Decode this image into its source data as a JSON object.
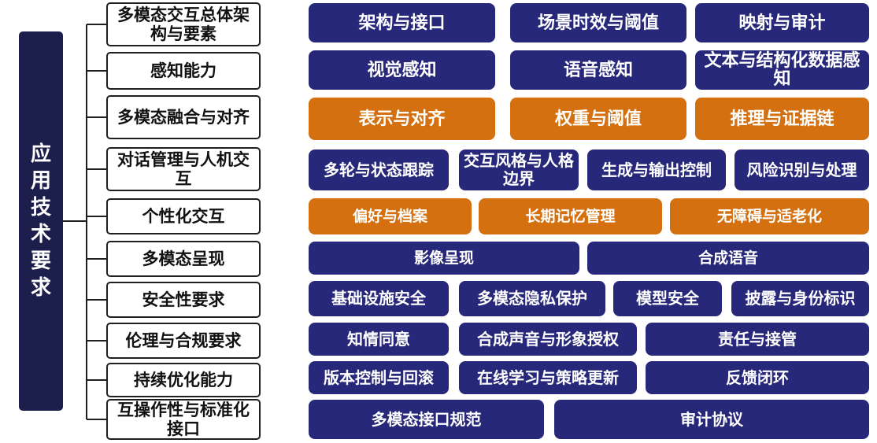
{
  "root": {
    "label": "应用技术要求"
  },
  "categories": [
    {
      "label": "多模态交互总体架构与要素"
    },
    {
      "label": "感知能力"
    },
    {
      "label": "多模态融合与对齐"
    },
    {
      "label": "对话管理与人机交互"
    },
    {
      "label": "个性化交互"
    },
    {
      "label": "多模态呈现"
    },
    {
      "label": "安全性要求"
    },
    {
      "label": "伦理与合规要求"
    },
    {
      "label": "持续优化能力"
    },
    {
      "label": "互操作性与标准化接口"
    }
  ],
  "rows": [
    [
      {
        "label": "架构与接口",
        "color": "#27287a"
      },
      {
        "label": "场景时效与阈值",
        "color": "#27287a"
      },
      {
        "label": "映射与审计",
        "color": "#27287a"
      }
    ],
    [
      {
        "label": "视觉感知",
        "color": "#27287a"
      },
      {
        "label": "语音感知",
        "color": "#27287a"
      },
      {
        "label": "文本与结构化数据感知",
        "color": "#27287a"
      }
    ],
    [
      {
        "label": "表示与对齐",
        "color": "#d4700f"
      },
      {
        "label": "权重与阈值",
        "color": "#d4700f"
      },
      {
        "label": "推理与证据链",
        "color": "#d4700f"
      }
    ],
    [
      {
        "label": "多轮与状态跟踪",
        "color": "#27287a"
      },
      {
        "label": "交互风格与人格边界",
        "color": "#27287a"
      },
      {
        "label": "生成与输出控制",
        "color": "#27287a"
      },
      {
        "label": "风险识别与处理",
        "color": "#27287a"
      }
    ],
    [
      {
        "label": "偏好与档案",
        "color": "#d4700f"
      },
      {
        "label": "长期记忆管理",
        "color": "#d4700f"
      },
      {
        "label": "无障碍与适老化",
        "color": "#d4700f"
      }
    ],
    [
      {
        "label": "影像呈现",
        "color": "#27287a"
      },
      {
        "label": "合成语音",
        "color": "#27287a"
      }
    ],
    [
      {
        "label": "基础设施安全",
        "color": "#27287a"
      },
      {
        "label": "多模态隐私保护",
        "color": "#27287a"
      },
      {
        "label": "模型安全",
        "color": "#27287a"
      },
      {
        "label": "披露与身份标识",
        "color": "#27287a"
      }
    ],
    [
      {
        "label": "知情同意",
        "color": "#27287a"
      },
      {
        "label": "合成声音与形象授权",
        "color": "#27287a"
      },
      {
        "label": "责任与接管",
        "color": "#27287a"
      }
    ],
    [
      {
        "label": "版本控制与回滚",
        "color": "#27287a"
      },
      {
        "label": "在线学习与策略更新",
        "color": "#27287a"
      },
      {
        "label": "反馈闭环",
        "color": "#27287a"
      }
    ],
    [
      {
        "label": "多模态接口规范",
        "color": "#27287a"
      },
      {
        "label": "审计协议",
        "color": "#27287a"
      }
    ]
  ]
}
